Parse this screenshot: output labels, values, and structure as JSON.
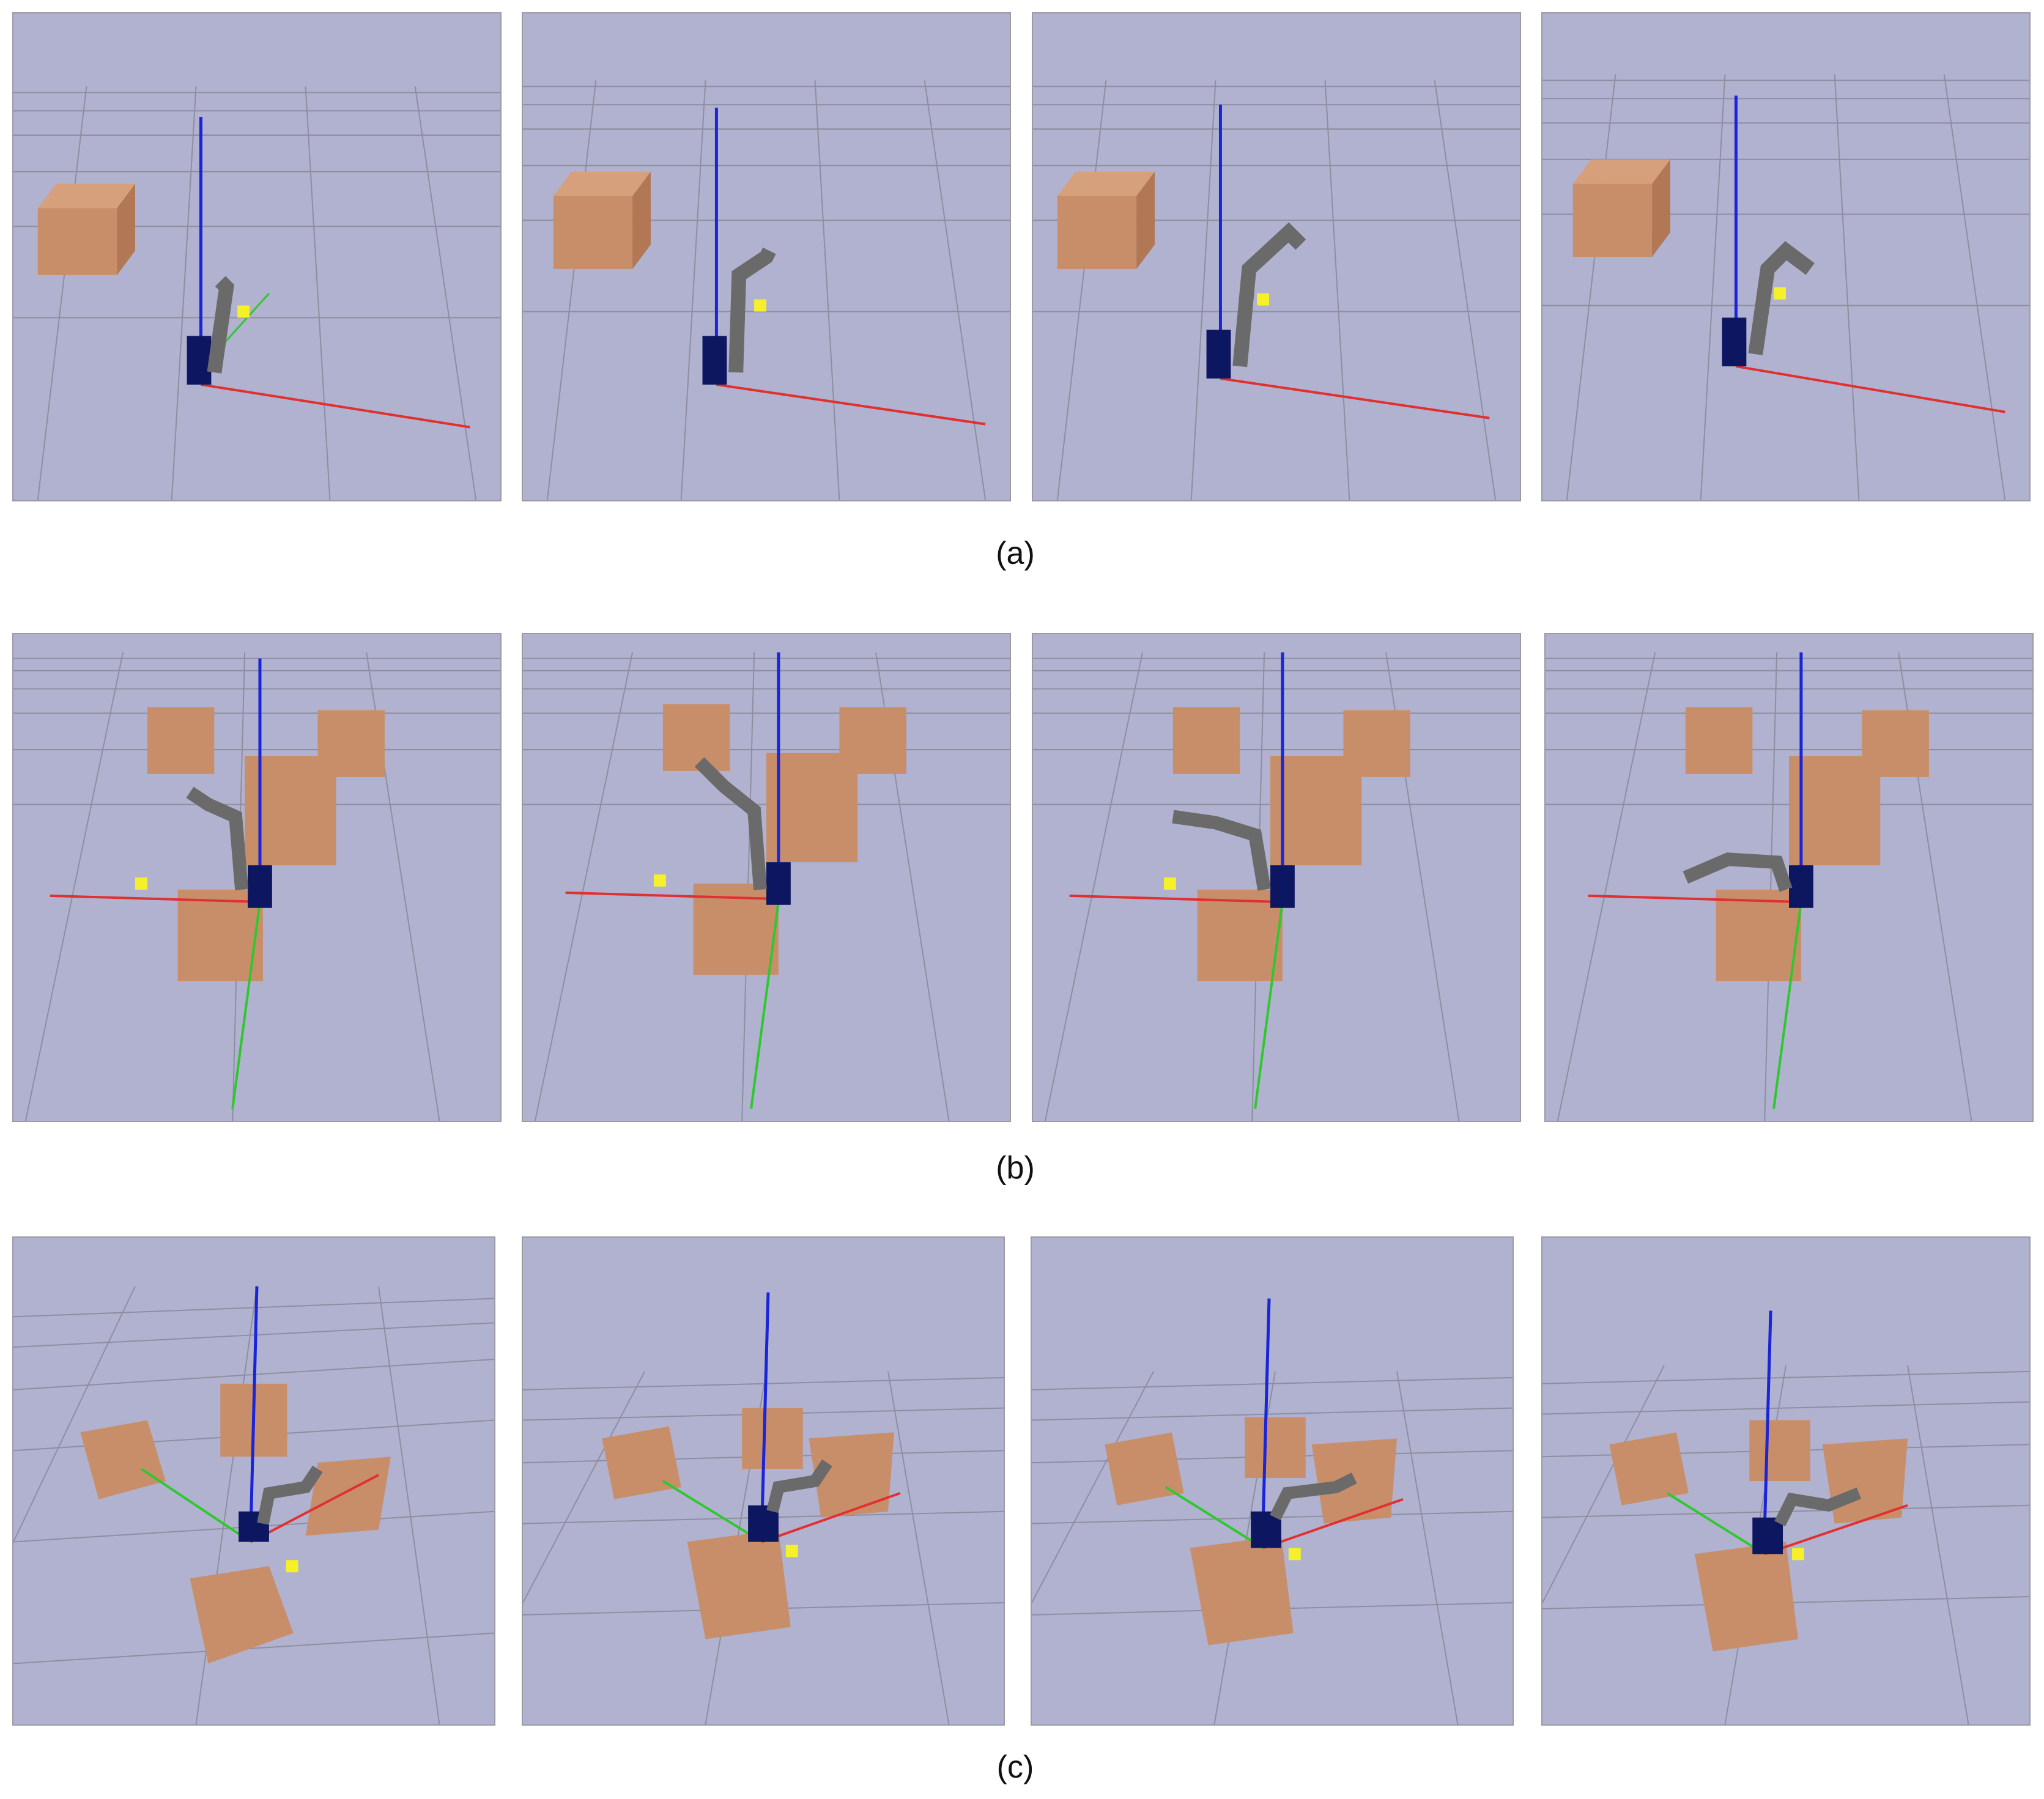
{
  "figure": {
    "captions": {
      "a": "(a)",
      "b": "(b)",
      "c": "(c)"
    },
    "colors": {
      "background": "#b0b2cf",
      "grid": "#8e8ea0",
      "box": "#c88e6a",
      "z_axis": "#1a24d8",
      "x_axis": "#e03030",
      "y_axis": "#2ec82e",
      "robot_link": "#6a6a6a",
      "robot_base": "#0d1660",
      "target_marker": "#f5f02a"
    },
    "rows": [
      {
        "id": "a",
        "frames": 4,
        "scene": "single-box-reach"
      },
      {
        "id": "b",
        "frames": 4,
        "scene": "four-box-reach-side-view"
      },
      {
        "id": "c",
        "frames": 4,
        "scene": "four-box-reach-top-view"
      }
    ]
  }
}
